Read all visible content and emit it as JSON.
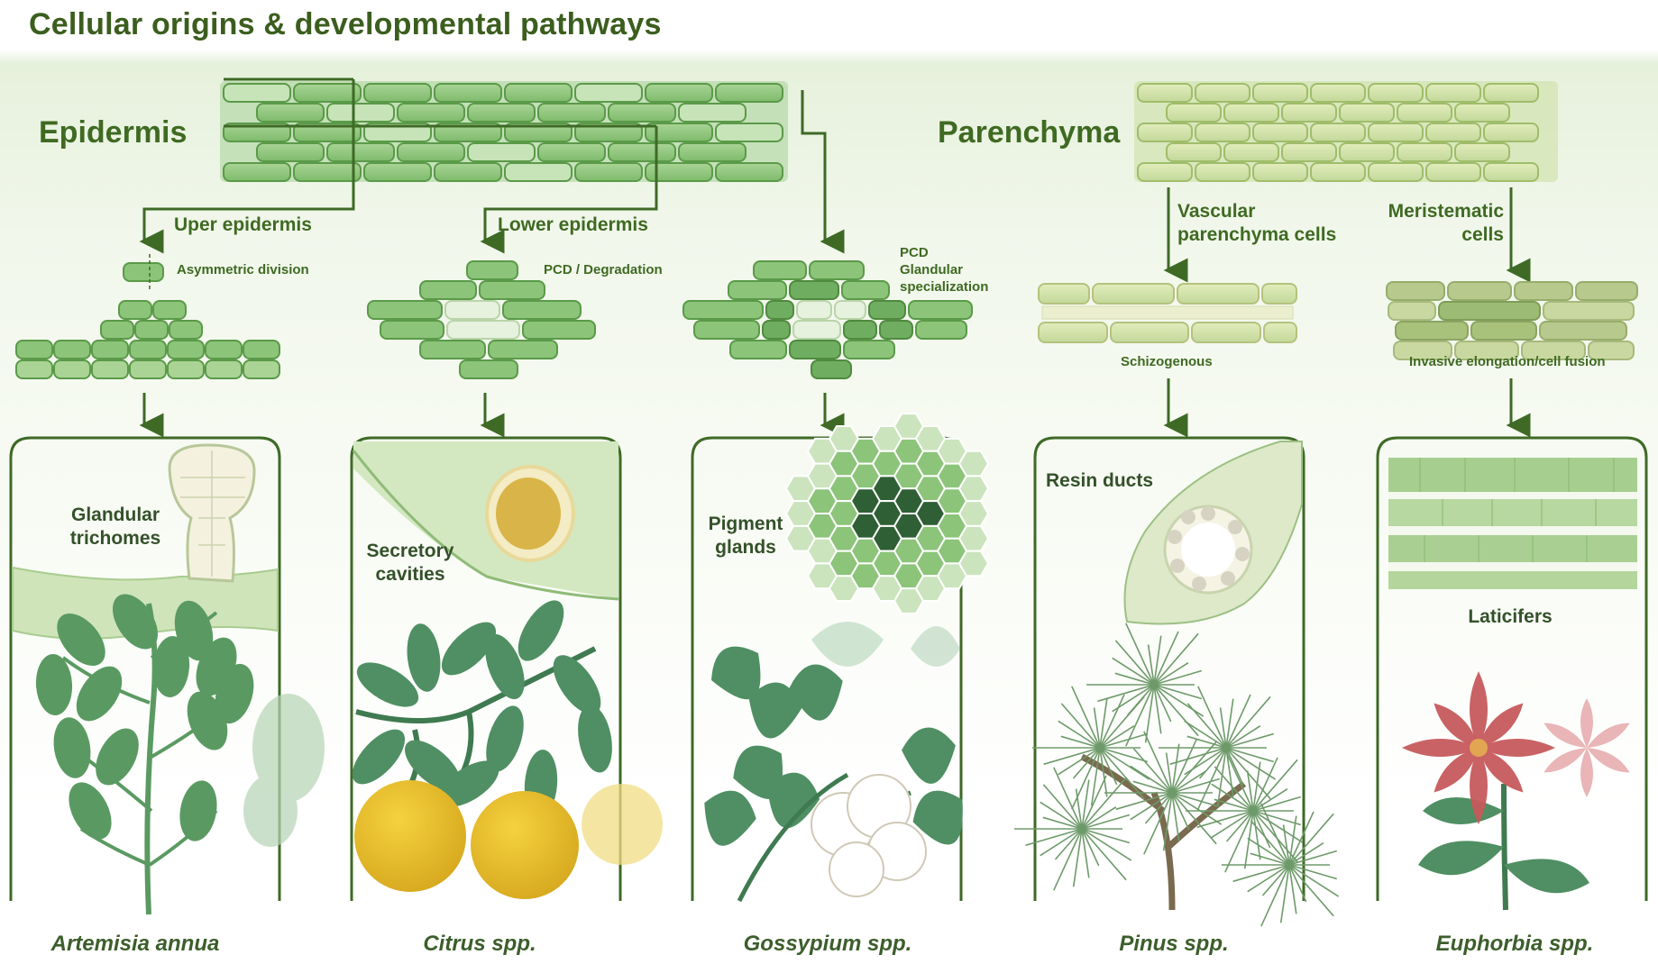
{
  "title": "Cellular origins & developmental pathways",
  "tissues": {
    "epidermis": "Epidermis",
    "parenchyma": "Parenchyma"
  },
  "branches": {
    "upper": "Uper epidermis",
    "lower": "Lower epidermis",
    "vascular": "Vascular parenchyma cells",
    "meristematic": "Meristematic cells"
  },
  "processes": {
    "asymmetric": "Asymmetric division",
    "pcd_degradation": "PCD / Degradation",
    "pcd_glandular": [
      "PCD",
      "Glandular",
      "specialization"
    ],
    "schizogenous": "Schizogenous",
    "invasive": "Invasive elongation/cell fusion"
  },
  "structures": {
    "trichomes": [
      "Glandular",
      "trichomes"
    ],
    "cavities": [
      "Secretory",
      "cavities"
    ],
    "pigment": [
      "Pigment",
      "glands"
    ],
    "resin": "Resin ducts",
    "laticifers": "Laticifers"
  },
  "species": [
    "Artemisia annua",
    "Citrus spp.",
    "Gossypium spp.",
    "Pinus spp.",
    "Euphorbia spp."
  ],
  "colors": {
    "cell_fill": "#8cc47a",
    "cell_stroke": "#5a9a48",
    "arrow": "#3e6a26",
    "parenchyma_fill": "#cfe0a6",
    "panel_border": "#3e6a26",
    "leaf": "#4f8f63",
    "citrus_fruit": "#e6b92a",
    "poinsettia": "#c65a5c"
  }
}
